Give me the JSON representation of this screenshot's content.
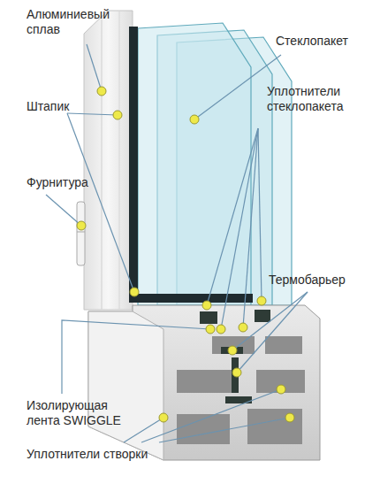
{
  "diagram": {
    "labels": [
      "Алюминиевый сплав",
      "Стеклопакет",
      "Штапик",
      "Уплотнители стеклопакета",
      "Фурнитура",
      "Термобарьер",
      "Изолирующая лента SWIGGLE",
      "Уплотнители створки"
    ]
  }
}
